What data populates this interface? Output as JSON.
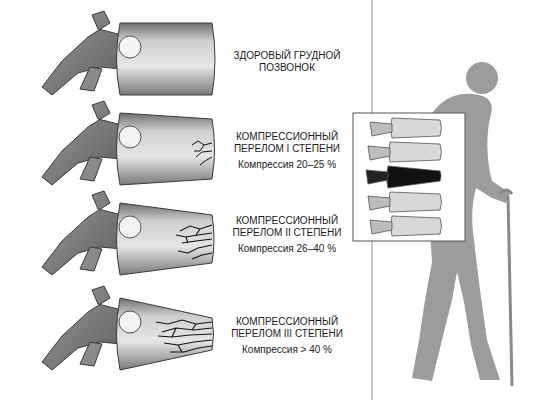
{
  "diagram": {
    "labels": [
      "ЗДОРОВЫЙ ГРУДНОЙ ПОЗВОНОК",
      "КОМПРЕССИОННЫЙ ПЕРЕЛОМ I СТЕПЕНИ",
      "Компрессия 20–25 %",
      "КОМПРЕССИОННЫЙ ПЕРЕЛОМ II СТЕПЕНИ",
      "Компрессия 26–40 %",
      "КОМПРЕССИОННЫЙ ПЕРЕЛОМ III СТЕПЕНИ",
      "Компрессия > 40 %"
    ]
  }
}
